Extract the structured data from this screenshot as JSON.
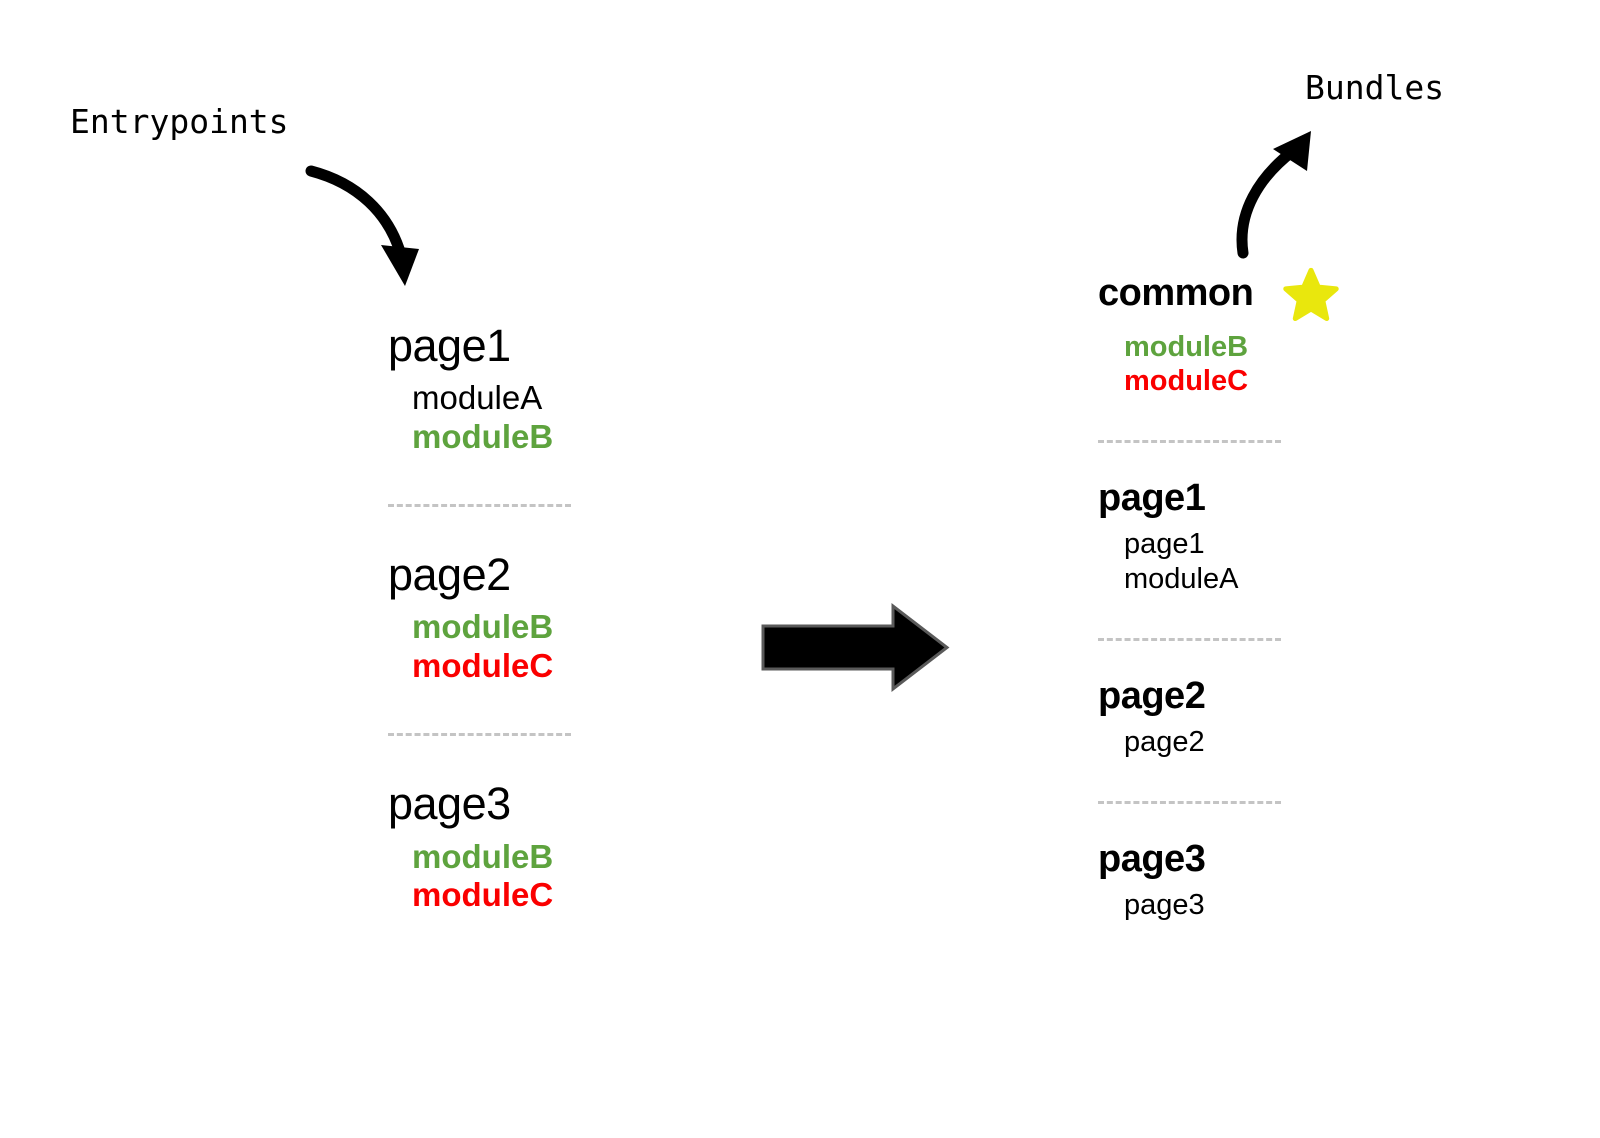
{
  "diagram": {
    "captions": {
      "entrypoints": "Entrypoints",
      "bundles": "Bundles"
    },
    "icons": {
      "entrypoints_arrow": "curved-arrow-down-right-icon",
      "bundles_arrow": "curved-arrow-up-right-icon",
      "transform_arrow": "block-arrow-right-icon",
      "star": "star-icon"
    },
    "colors": {
      "highlight_green": "#5ea33e",
      "highlight_red": "#fa0000",
      "star_yellow": "#e9e70d",
      "divider_gray": "#c4c4c4",
      "text_black": "#000000",
      "background": "#ffffff"
    },
    "entrypoints": {
      "groups": [
        {
          "title": "page1",
          "items": [
            {
              "label": "moduleA",
              "style": "plain"
            },
            {
              "label": "moduleB",
              "style": "hl-green"
            }
          ]
        },
        {
          "title": "page2",
          "items": [
            {
              "label": "moduleB",
              "style": "hl-green"
            },
            {
              "label": "moduleC",
              "style": "hl-red"
            }
          ]
        },
        {
          "title": "page3",
          "items": [
            {
              "label": "moduleB",
              "style": "hl-green"
            },
            {
              "label": "moduleC",
              "style": "hl-red"
            }
          ]
        }
      ]
    },
    "bundles": {
      "groups": [
        {
          "title": "common",
          "starred": true,
          "items": [
            {
              "label": "moduleB",
              "style": "hl-green"
            },
            {
              "label": "moduleC",
              "style": "hl-red"
            }
          ]
        },
        {
          "title": "page1",
          "starred": false,
          "items": [
            {
              "label": "page1",
              "style": "plain"
            },
            {
              "label": "moduleA",
              "style": "plain"
            }
          ]
        },
        {
          "title": "page2",
          "starred": false,
          "items": [
            {
              "label": "page2",
              "style": "plain"
            }
          ]
        },
        {
          "title": "page3",
          "starred": false,
          "items": [
            {
              "label": "page3",
              "style": "plain"
            }
          ]
        }
      ]
    }
  }
}
